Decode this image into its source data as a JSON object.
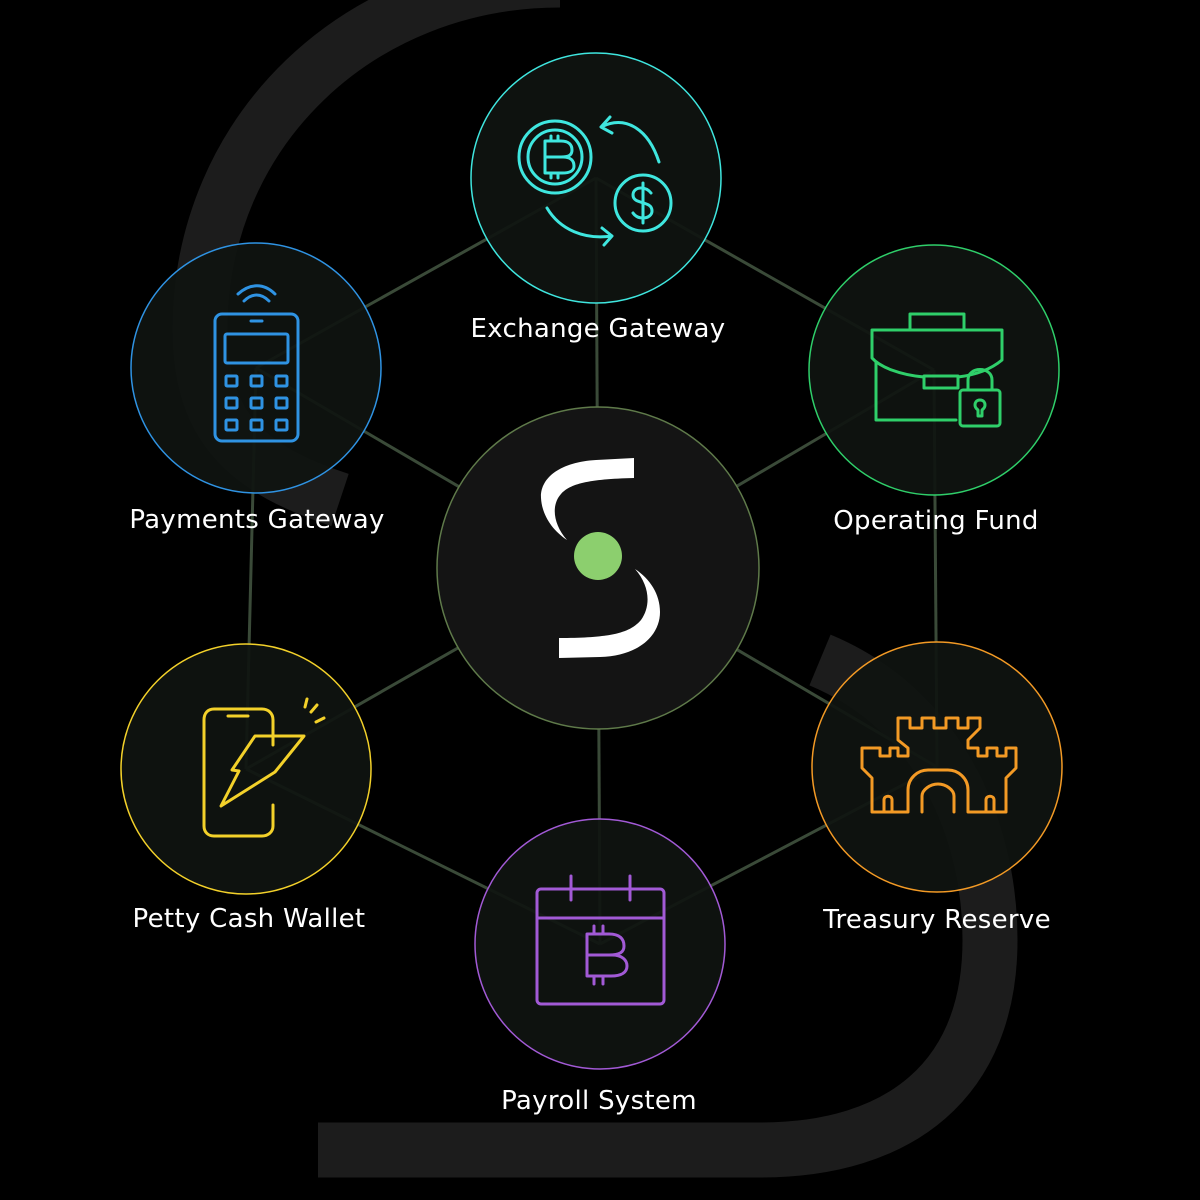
{
  "hub": {
    "name": "central-logo",
    "accent": "#8ccf6e",
    "ring_color": "#5f7a4a"
  },
  "nodes": [
    {
      "id": "exchange-gateway",
      "label": "Exchange Gateway",
      "color": "#3fe6df",
      "icon": "bitcoin-dollar-exchange-icon"
    },
    {
      "id": "operating-fund",
      "label": "Operating Fund",
      "color": "#2fcf6a",
      "icon": "briefcase-lock-icon"
    },
    {
      "id": "treasury-reserve",
      "label": "Treasury Reserve",
      "color": "#f39a25",
      "icon": "castle-icon"
    },
    {
      "id": "payroll-system",
      "label": "Payroll System",
      "color": "#a25ad6",
      "icon": "bitcoin-calendar-icon"
    },
    {
      "id": "petty-cash-wallet",
      "label": "Petty Cash Wallet",
      "color": "#f3d12a",
      "icon": "phone-lightning-icon"
    },
    {
      "id": "payments-gateway",
      "label": "Payments Gateway",
      "color": "#2f93e3",
      "icon": "payment-terminal-icon"
    }
  ],
  "colors": {
    "background": "#000000",
    "connector": "#3a4a38",
    "node_fill": "#0f1310",
    "watermark": "#1c1c1c"
  }
}
